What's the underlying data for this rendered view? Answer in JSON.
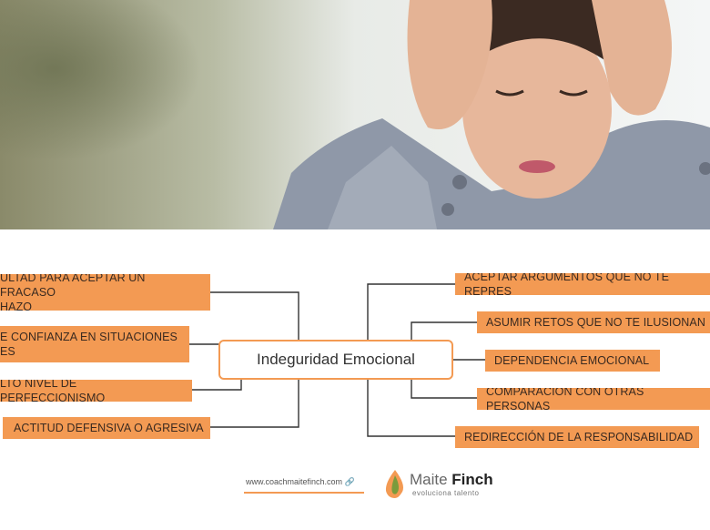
{
  "diagram": {
    "center": "Indeguridad Emocional",
    "left_nodes": [
      "ULTAD PARA ACEPTAR UN FRACASO\nHAZO",
      "E CONFIANZA EN SITUACIONES\nES",
      "LTO NIVEL DE PERFECCIONISMO",
      "ACTITUD DEFENSIVA O AGRESIVA"
    ],
    "right_nodes": [
      "ACEPTAR ARGUMENTOS QUE NO TE REPRES",
      "ASUMIR RETOS QUE NO TE ILUSIONAN",
      "DEPENDENCIA EMOCIONAL",
      "COMPARACIÓN CON OTRAS PERSONAS",
      "REDIRECCIÓN DE LA RESPONSABILIDAD"
    ],
    "accent_color": "#f39a53"
  },
  "footer": {
    "url": "www.coachmaitefinch.com",
    "brand_light": "Maite ",
    "brand_bold": "Finch",
    "tagline": "evoluciona talento"
  },
  "photo": {
    "subject": "stressed-woman-photo"
  }
}
